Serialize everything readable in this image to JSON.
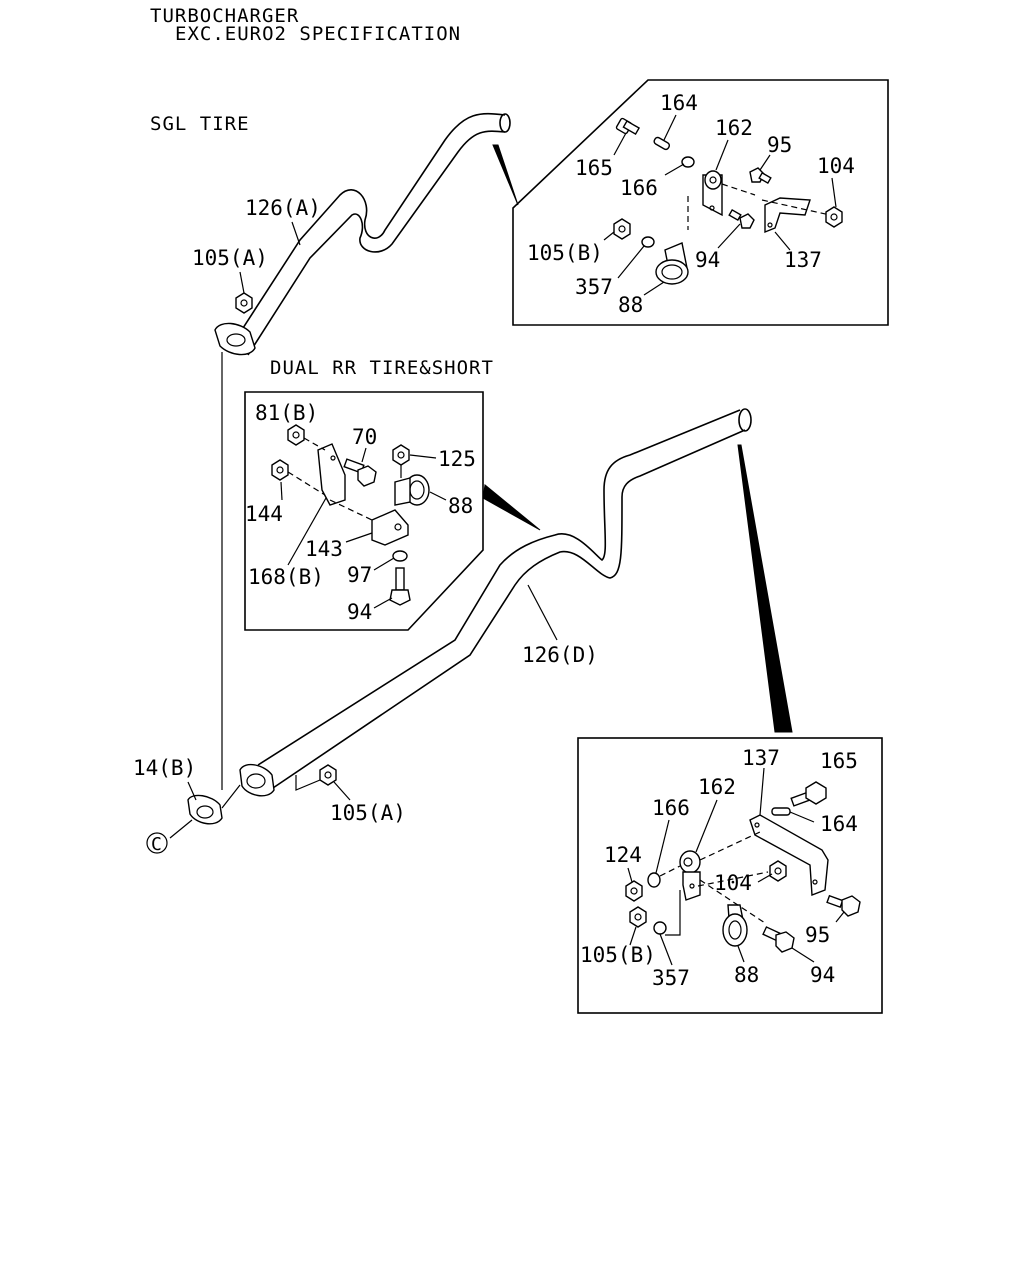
{
  "header": {
    "line1": "TURBOCHARGER",
    "line2": "EXC.EURO2 SPECIFICATION"
  },
  "section_labels": {
    "sgl_tire": "SGL TIRE",
    "dual_rr": "DUAL RR TIRE&SHORT"
  },
  "callouts": {
    "top_box": {
      "c164": "164",
      "c162": "162",
      "c165": "165",
      "c95": "95",
      "c104": "104",
      "c166": "166",
      "c105b": "105(B)",
      "c94": "94",
      "c137": "137",
      "c357": "357",
      "c88": "88"
    },
    "top_pipe": {
      "c126a": "126(A)",
      "c105a": "105(A)"
    },
    "mid_box": {
      "c81b": "81(B)",
      "c70": "70",
      "c125": "125",
      "c88": "88",
      "c144": "144",
      "c143": "143",
      "c168b": "168(B)",
      "c97": "97",
      "c94": "94"
    },
    "main_pipe": {
      "c126d": "126(D)",
      "c14b": "14(B)",
      "c105a": "105(A)",
      "c_circle": "C"
    },
    "bottom_box": {
      "c137": "137",
      "c165": "165",
      "c162": "162",
      "c166": "166",
      "c164": "164",
      "c124": "124",
      "c104": "104",
      "c95": "95",
      "c105b": "105(B)",
      "c357": "357",
      "c88": "88",
      "c94": "94"
    }
  }
}
